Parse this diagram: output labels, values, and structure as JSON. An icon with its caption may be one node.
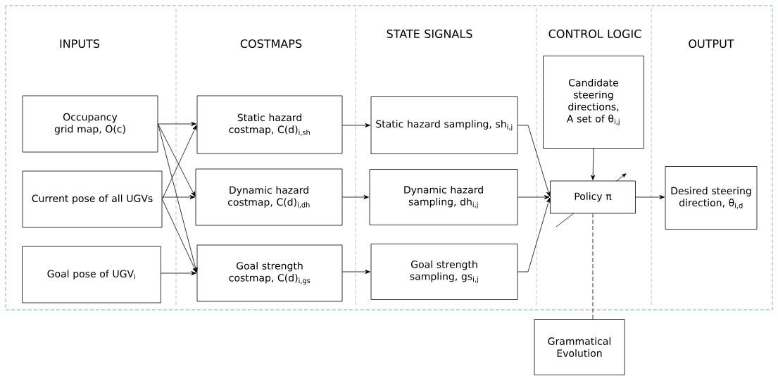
{
  "diagram": {
    "nodes": [
      {
        "text": [
          "Occupancy grid map, O(c)"
        ]
      },
      {
        "text": [
          "Current pose of all UGVs"
        ]
      },
      {
        "text": [
          "Goal pose of UGV$_{i}$"
        ]
      },
      {
        "text": [
          "Static hazard costmap, C(d)$_{i,sh}$"
        ]
      },
      {
        "text": [
          "Dynamic hazard costmap, C(d)$_{i,dh}$"
        ]
      },
      {
        "text": [
          "Goal strength costmap, C(d)$_{i,gs}$"
        ]
      },
      {
        "text": [
          "Static hazard sampling, sh$_{i,j}$"
        ]
      },
      {
        "text": [
          "Dynamic hazard sampling, dh$_{i,j}$"
        ]
      },
      {
        "text": [
          "Goal strength sampling, gs$_{i,j}$"
        ]
      },
      {
        "text": [
          "Candidate steering directions, A set of θ$_{i,j}$"
        ]
      },
      {
        "text": [
          "Policy π"
        ]
      },
      {
        "text": [
          "Desired steering direction, θ$_{i,d}$"
        ]
      },
      {
        "text": [
          "Grammatical Evolution"
        ]
      }
    ],
    "edges": [
      {
        "from": 0,
        "to": 3,
        "arrow": "to"
      },
      {
        "from": 0,
        "to": 4,
        "arrow": "to"
      },
      {
        "from": 0,
        "to": 5,
        "arrow": "to"
      },
      {
        "from": 1,
        "to": 3,
        "arrow": "to"
      },
      {
        "from": 1,
        "to": 4,
        "arrow": "to"
      },
      {
        "from": 1,
        "to": 5,
        "arrow": "to"
      },
      {
        "from": 2,
        "to": 5,
        "arrow": "to"
      },
      {
        "from": 3,
        "to": 6,
        "arrow": "to"
      },
      {
        "from": 4,
        "to": 7,
        "arrow": "to"
      },
      {
        "from": 5,
        "to": 8,
        "arrow": "to"
      },
      {
        "from": 6,
        "to": 10,
        "arrow": "to"
      },
      {
        "from": 7,
        "to": 10,
        "arrow": "to"
      },
      {
        "from": 8,
        "to": 10,
        "arrow": "to"
      },
      {
        "from": 9,
        "to": 10,
        "arrow": "to"
      },
      {
        "from": 10,
        "to": 11,
        "arrow": "to"
      },
      {
        "from": 12,
        "to": 10,
        "arrow": "none",
        "style": "dashed"
      }
    ],
    "labels": [
      "INPUTS",
      "COSTMAPS",
      "STATE SIGNALS",
      "CONTROL LOGIC",
      "OUTPUT"
    ]
  }
}
